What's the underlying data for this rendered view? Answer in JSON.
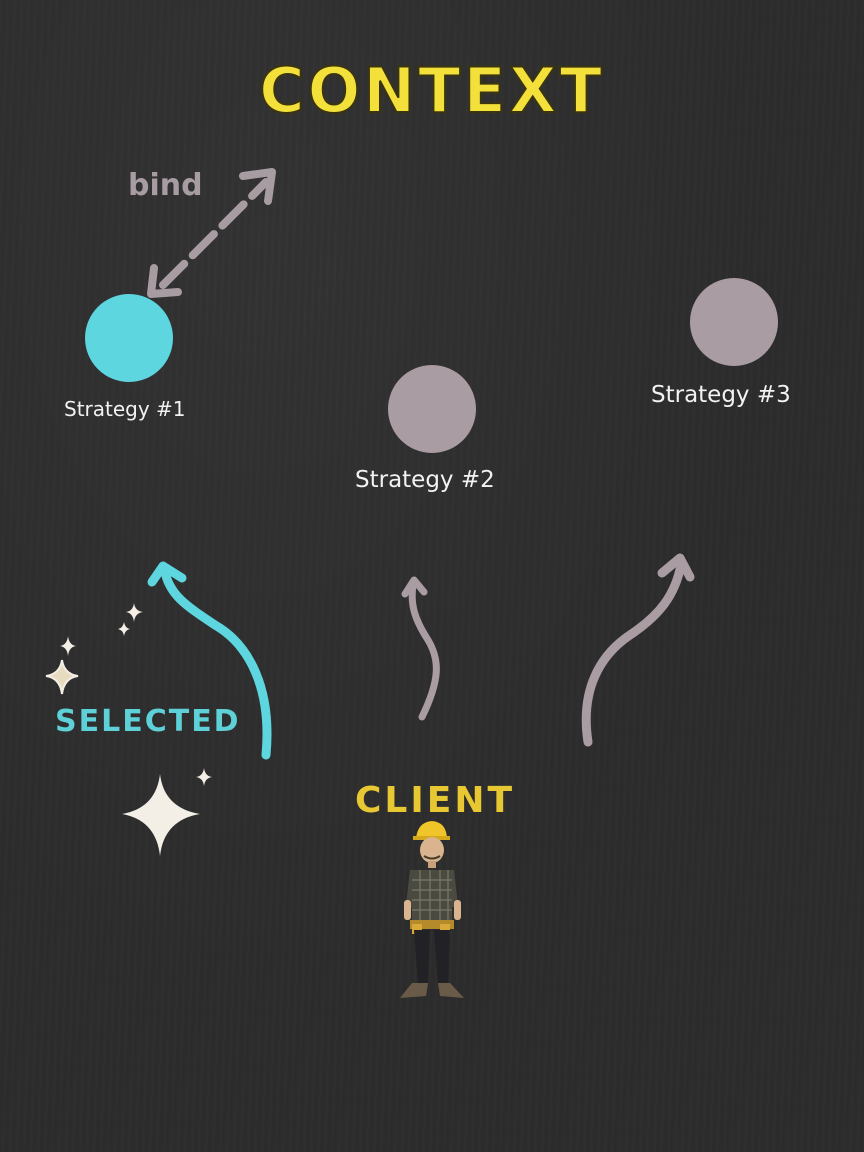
{
  "title": "CONTEXT",
  "bind_label": "bind",
  "strategies": [
    {
      "label": "Strategy #1",
      "color": "#5ed6df",
      "selected": true
    },
    {
      "label": "Strategy #2",
      "color": "#aa9ca3",
      "selected": false
    },
    {
      "label": "Strategy #3",
      "color": "#aa9ca3",
      "selected": false
    }
  ],
  "selected_label": "SELECTED",
  "client_label": "CLIENT",
  "colors": {
    "background": "#2c2c2c",
    "title": "#f3e03a",
    "selected": "#5ed6df",
    "inactive": "#aa9ca3",
    "client": "#e8c832",
    "sparkle": "#f4efe6"
  },
  "icons": [
    "double-headed-arrow",
    "curved-arrow",
    "sparkle-icon",
    "worker-figure"
  ]
}
